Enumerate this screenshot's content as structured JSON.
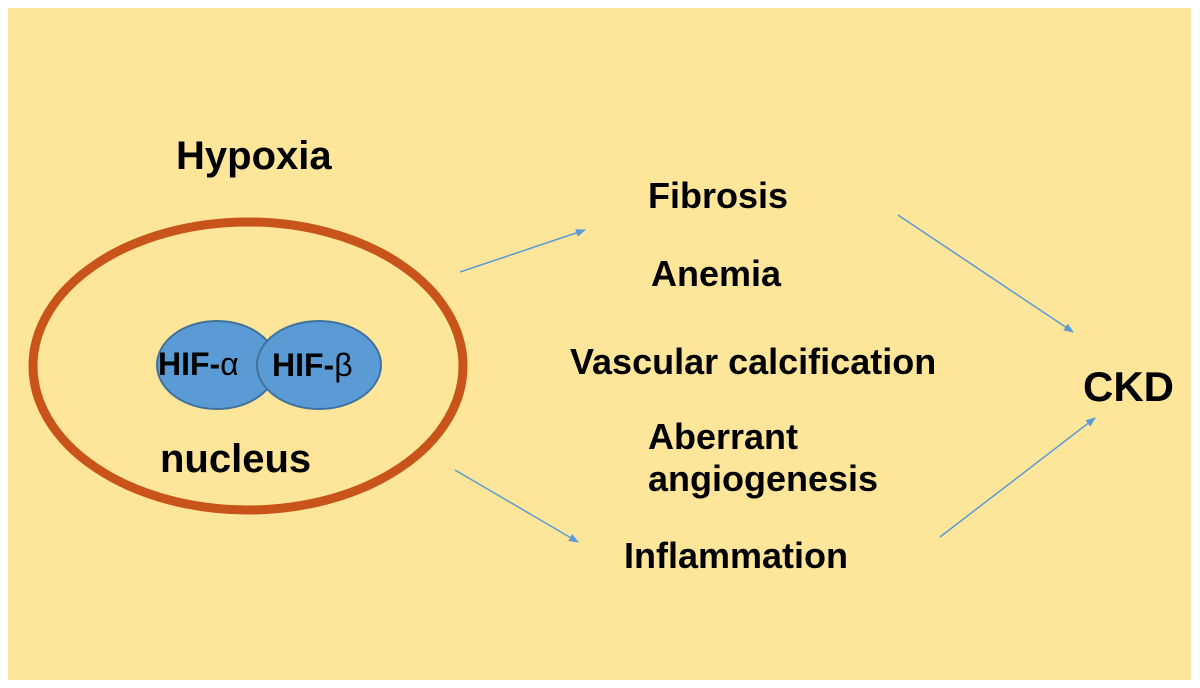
{
  "labels": {
    "hypoxia": "Hypoxia",
    "nucleus": "nucleus",
    "hif_alpha_prefix": "HIF-",
    "hif_alpha_symbol": "α",
    "hif_beta_prefix": "HIF-",
    "hif_beta_symbol": "β",
    "fibrosis": "Fibrosis",
    "anemia": "Anemia",
    "vascular_calcification": "Vascular calcification",
    "aberrant_angiogenesis_line1": "Aberrant",
    "aberrant_angiogenesis_line2": "angiogenesis",
    "inflammation": "Inflammation",
    "ckd": "CKD"
  },
  "colors": {
    "background": "#fde59a",
    "nucleus_ring": "#c8541a",
    "hif_fill": "#5b9bd5",
    "hif_stroke": "#41719c",
    "arrow": "#5b9bd5",
    "text": "#000000"
  }
}
